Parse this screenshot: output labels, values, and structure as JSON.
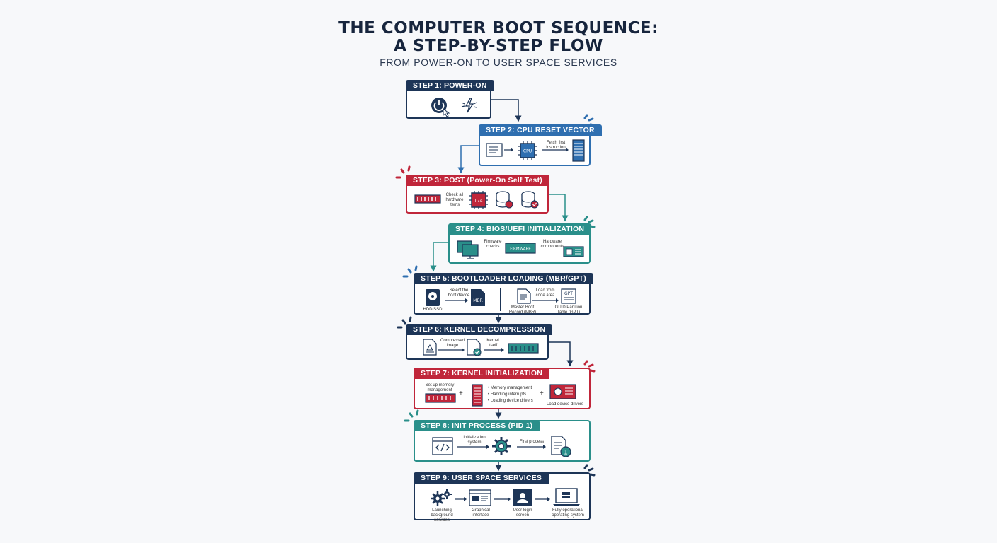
{
  "header": {
    "title_line1": "THE COMPUTER BOOT SEQUENCE:",
    "title_line2": "A STEP-BY-STEP FLOW",
    "subtitle": "FROM POWER-ON TO USER SPACE SERVICES"
  },
  "colors": {
    "navy": "#1d3557",
    "blue": "#2f6fb0",
    "red": "#c0263a",
    "teal": "#2a8f8a"
  },
  "steps": [
    {
      "title": "STEP 1: POWER-ON",
      "icons": [
        "power-button-icon",
        "lightning-icon"
      ]
    },
    {
      "title": "STEP 2: CPU RESET VECTOR",
      "labels": [
        "Fetch first instruction"
      ],
      "cpu_text": "CPU"
    },
    {
      "title": "STEP 3: POST (Power-On Self Test)",
      "labels": [
        "Check all hardware items"
      ],
      "chip_text": "L74"
    },
    {
      "title": "STEP 4: BIOS/UEFI INITIALIZATION",
      "labels": [
        "Firmware checks",
        "Hardware components"
      ],
      "firmware_text": "FIRMWARE"
    },
    {
      "title": "STEP 5: BOOTLOADER LOADING (MBR/GPT)",
      "labels": [
        "Select the boot device",
        "HDD/SSD",
        "Load from code area",
        "Master Boot Record (MBR)",
        "GUID Partition Table (GPT)"
      ],
      "mbr_text": "MBR",
      "gpt_text": "GPT"
    },
    {
      "title": "STEP 6: KERNEL DECOMPRESSION",
      "labels": [
        "Compressed image",
        "Kernel itself"
      ]
    },
    {
      "title": "STEP 7: KERNEL INITIALIZATION",
      "labels": [
        "Set up memory management",
        "• Memory management",
        "• Handling interrupts",
        "• Loading device drivers",
        "Load device drivers"
      ]
    },
    {
      "title": "STEP 8: INIT PROCESS (PID 1)",
      "labels": [
        "Initialization system",
        "First process"
      ],
      "pid_text": "1"
    },
    {
      "title": "STEP 9: USER SPACE SERVICES",
      "labels": [
        "Launching background services",
        "Graphical interface",
        "User login screen",
        "Fully operational operating system"
      ]
    }
  ]
}
